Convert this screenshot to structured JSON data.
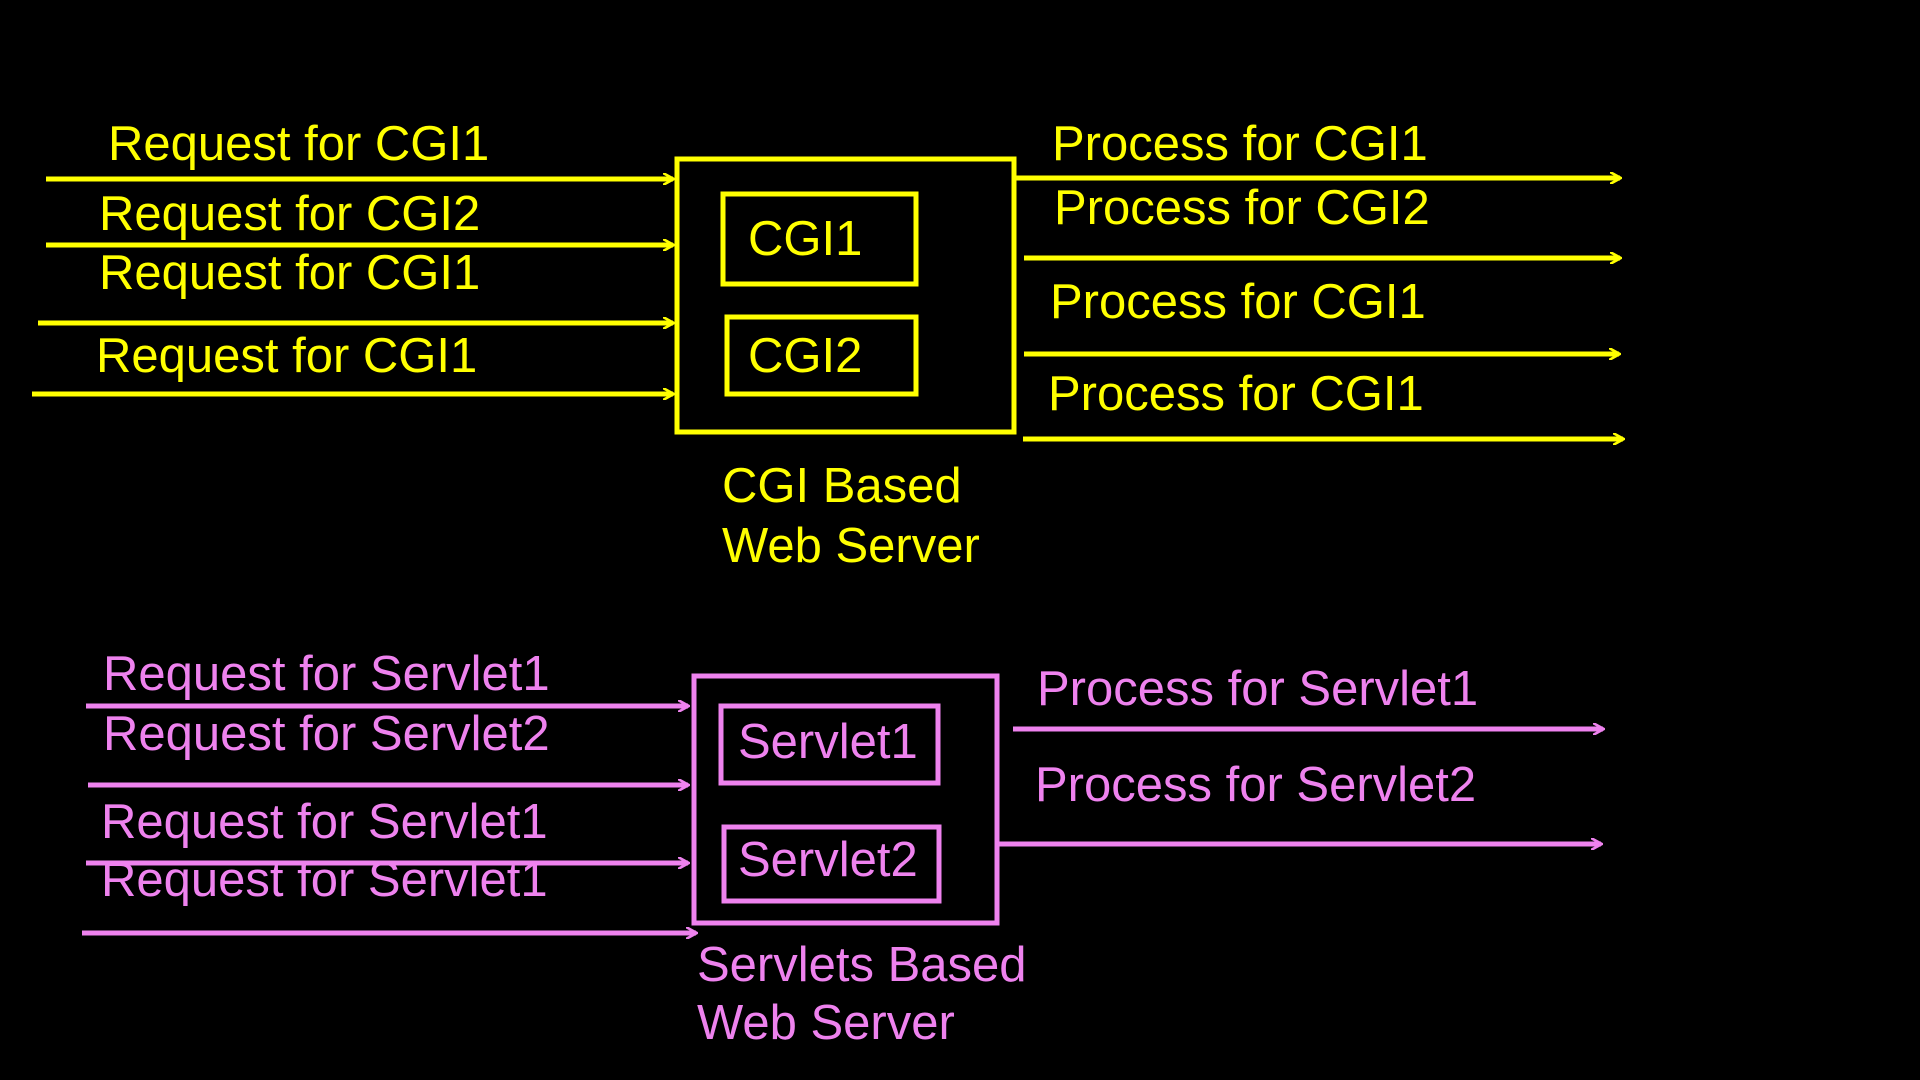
{
  "colors": {
    "background": "#000000",
    "cgi": "#ffff00",
    "servlet": "#ee82ee"
  },
  "cgi": {
    "requests": [
      "Request for CGI1",
      "Request for CGI2",
      "Request for CGI1",
      "Request for CGI1"
    ],
    "server_modules": [
      "CGI1",
      "CGI2"
    ],
    "processes": [
      "Process for CGI1",
      "Process for CGI2",
      "Process for CGI1",
      "Process for CGI1"
    ],
    "server_label_line1": "CGI Based",
    "server_label_line2": "Web Server"
  },
  "servlet": {
    "requests": [
      "Request for Servlet1",
      "Request for Servlet2",
      "Request for Servlet1",
      "Request for Servlet1"
    ],
    "server_modules": [
      "Servlet1",
      "Servlet2"
    ],
    "processes": [
      "Process for Servlet1",
      "Process for Servlet2"
    ],
    "server_label_line1": "Servlets Based",
    "server_label_line2": "Web Server"
  }
}
